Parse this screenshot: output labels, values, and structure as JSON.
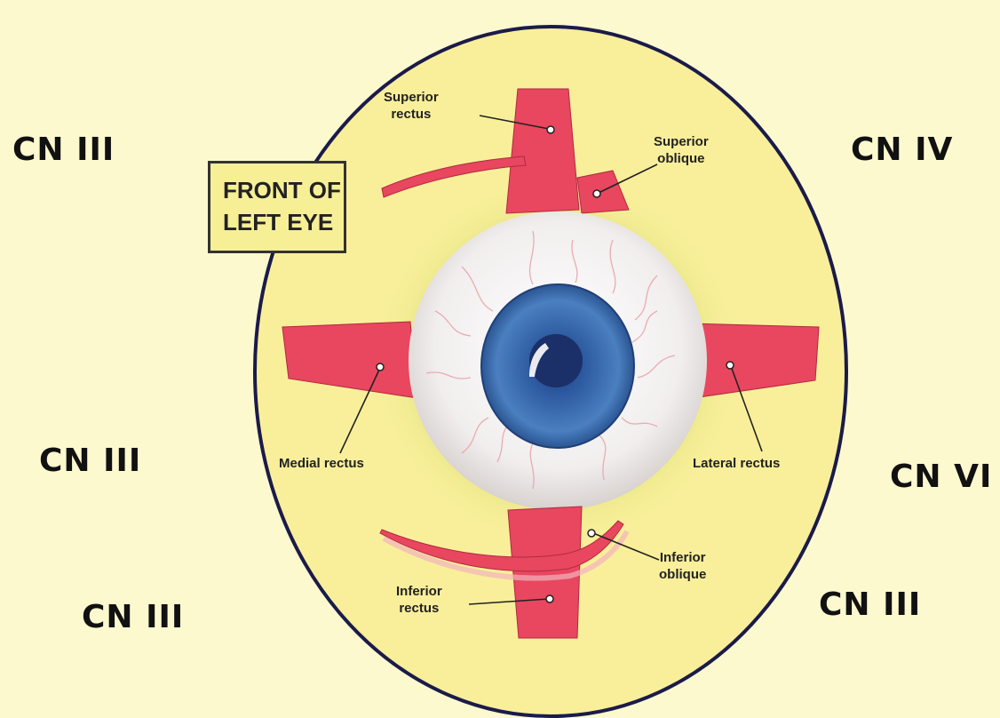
{
  "front_label": {
    "line1": "FRONT OF",
    "line2": "LEFT EYE"
  },
  "nerves": {
    "top_left": "CN III",
    "top_right": "CN IV",
    "mid_left": "CN III",
    "mid_right": "CN VI",
    "bottom_left": "CN III",
    "bottom_right": "CN III"
  },
  "muscles": {
    "superior_rectus": [
      "Superior",
      "rectus"
    ],
    "superior_oblique": [
      "Superior",
      "oblique"
    ],
    "medial_rectus": "Medial rectus",
    "lateral_rectus": "Lateral rectus",
    "inferior_oblique": [
      "Inferior",
      "oblique"
    ],
    "inferior_rectus": [
      "Inferior",
      "rectus"
    ]
  },
  "colors": {
    "background": "#fdf9cf",
    "orbit_fill": "#f9ef9a",
    "orbit_outline": "#1b1b4a",
    "muscle": "#e8475f",
    "iris": "#3f6fb0",
    "sclera": "#f4f2f2"
  }
}
